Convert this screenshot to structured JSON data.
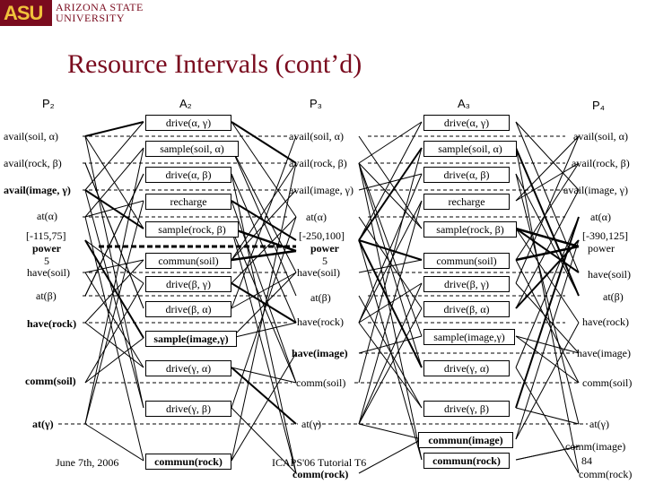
{
  "header": {
    "logo_letters": "ASU",
    "university_line1": "Arizona State",
    "university_line2": "University"
  },
  "slide_title": "Resource Intervals (cont’d)",
  "columns": {
    "p2": "P₂",
    "a2": "A₂",
    "p3": "P₃",
    "a3": "A₃",
    "p4": "P₄"
  },
  "p2": {
    "avail_soil": "avail(soil, α)",
    "avail_rock": "avail(rock, β)",
    "avail_image": "avail(image, γ)",
    "at_alpha": "at(α)",
    "interval": "[-115,75]",
    "power": "power",
    "power_val": "5",
    "have_soil": "have(soil)",
    "at_beta": "at(β)",
    "have_rock": "have(rock)",
    "comm_soil": "comm(soil)",
    "at_gamma": "at(γ)"
  },
  "a2": {
    "drive_ag": "drive(α, γ)",
    "sample_soil": "sample(soil, α)",
    "drive_ab": "drive(α, β)",
    "recharge": "recharge",
    "sample_rock": "sample(rock, β)",
    "commun_soil": "commun(soil)",
    "drive_bg": "drive(β, γ)",
    "drive_ba": "drive(β, α)",
    "sample_image": "sample(image,γ)",
    "drive_ga": "drive(γ, α)",
    "drive_gb": "drive(γ, β)",
    "commun_rock": "commun(rock)"
  },
  "p3": {
    "avail_soil": "avail(soil, α)",
    "avail_rock": "avail(rock, β)",
    "avail_image": "avail(image, γ)",
    "at_alpha": "at(α)",
    "interval": "[-250,100]",
    "power": "power",
    "power_val": "5",
    "have_soil": "have(soil)",
    "at_beta": "at(β)",
    "have_rock": "have(rock)",
    "have_image": "have(image)",
    "comm_soil": "comm(soil)",
    "at_gamma": "at(γ)",
    "tutorial": "ICAPS'06 Tutorial T6",
    "comm_rock": "comm(rock)"
  },
  "a3": {
    "drive_ag": "drive(α, γ)",
    "sample_soil": "sample(soil, α)",
    "drive_ab": "drive(α, β)",
    "recharge": "recharge",
    "sample_rock": "sample(rock, β)",
    "commun_soil": "commun(soil)",
    "drive_bg": "drive(β, γ)",
    "drive_ba": "drive(β, α)",
    "sample_image": "sample(image,γ)",
    "drive_ga": "drive(γ, α)",
    "drive_gb": "drive(γ, β)",
    "commun_image": "commun(image)",
    "commun_rock": "commun(rock)"
  },
  "p4": {
    "avail_soil": "avail(soil, α)",
    "avail_rock": "avail(rock, β)",
    "avail_image": "avail(image, γ)",
    "at_alpha": "at(α)",
    "interval": "[-390,125]",
    "power": "power",
    "have_soil": "have(soil)",
    "at_beta": "at(β)",
    "have_rock": "have(rock)",
    "have_image": "have(image)",
    "comm_soil": "comm(soil)",
    "at_gamma": "at(γ)",
    "comm_image": "comm(image)",
    "page_number": "84",
    "comm_rock": "comm(rock)"
  },
  "footer": {
    "date": "June 7th, 2006"
  }
}
